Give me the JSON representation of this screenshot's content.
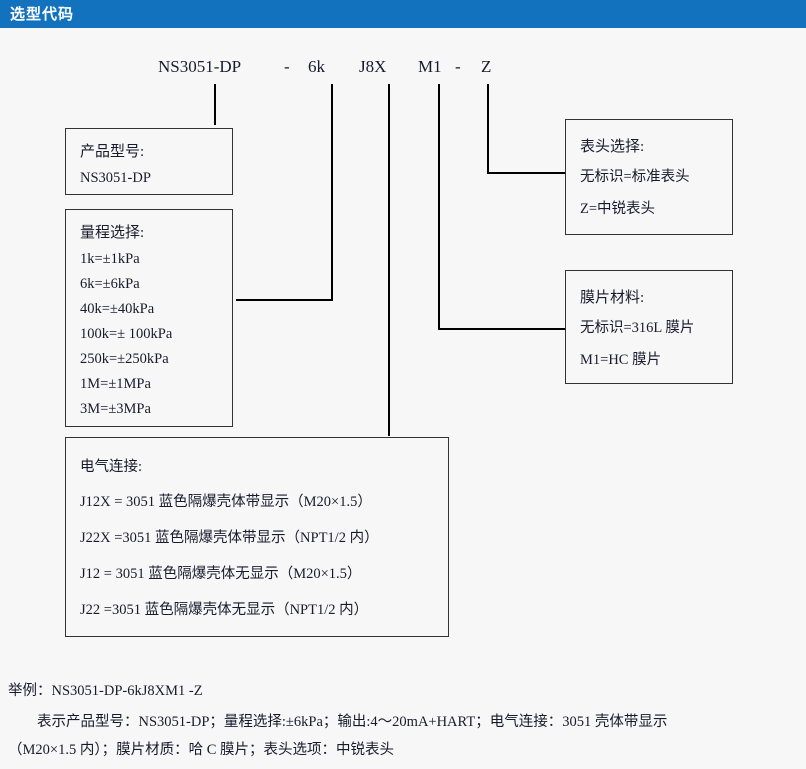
{
  "header": {
    "title": "选型代码"
  },
  "code_line": {
    "segments": [
      {
        "text": "NS3051-DP"
      },
      {
        "text": "-"
      },
      {
        "text": "6k"
      },
      {
        "text": "J8X"
      },
      {
        "text": "M1"
      },
      {
        "text": "-"
      },
      {
        "text": "Z"
      }
    ]
  },
  "boxes": {
    "product_model": {
      "title": "产品型号:",
      "lines": [
        "NS3051-DP"
      ]
    },
    "range_selection": {
      "title": "量程选择:",
      "lines": [
        "1k=±1kPa",
        "6k=±6kPa",
        "40k=±40kPa",
        "100k=± 100kPa",
        "250k=±250kPa",
        "1M=±1MPa",
        "3M=±3MPa"
      ]
    },
    "electrical_connection": {
      "title": "电气连接:",
      "lines": [
        "J12X = 3051 蓝色隔爆壳体带显示（M20×1.5）",
        "J22X =3051 蓝色隔爆壳体带显示（NPT1/2 内）",
        "J12 = 3051 蓝色隔爆壳体无显示（M20×1.5）",
        "J22 =3051 蓝色隔爆壳体无显示（NPT1/2 内）"
      ]
    },
    "meter_head": {
      "title": "表头选择:",
      "lines": [
        "无标识=标准表头",
        "Z=中锐表头"
      ]
    },
    "diaphragm_material": {
      "title": "膜片材料:",
      "lines": [
        "无标识=316L 膜片",
        "M1=HC 膜片"
      ]
    }
  },
  "footer": {
    "lines": [
      "举例：NS3051-DP-6kJ8XM1 -Z",
      "　　表示产品型号：NS3051-DP；量程选择:±6kPa；输出:4～20mA+HART；电气连接：3051 壳体带显示",
      "（M20×1.5 内）；膜片材质：哈 C 膜片；表头选项：中锐表头"
    ]
  },
  "colors": {
    "header_bg": "#1272bd",
    "header_text": "#ffffff",
    "page_bg": "#f7f7f7",
    "line": "#000000",
    "box_border": "#333333"
  }
}
